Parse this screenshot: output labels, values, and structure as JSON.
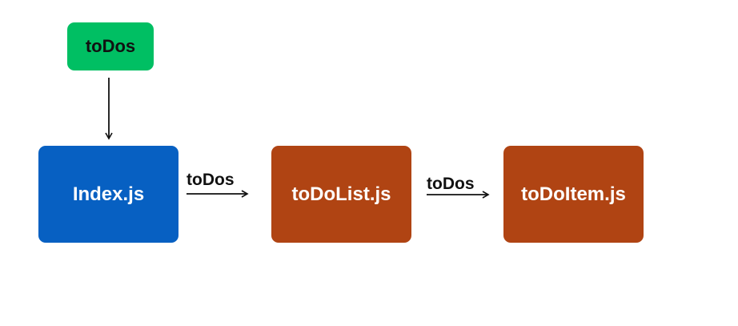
{
  "colors": {
    "source": "#00bf63",
    "index": "#0760c2",
    "component": "#b04413",
    "arrow": "#111111"
  },
  "nodes": {
    "source": "toDos",
    "index": "Index.js",
    "list": "toDoList.js",
    "item": "toDoItem.js"
  },
  "edges": {
    "index_to_list": "toDos",
    "list_to_item": "toDos"
  }
}
